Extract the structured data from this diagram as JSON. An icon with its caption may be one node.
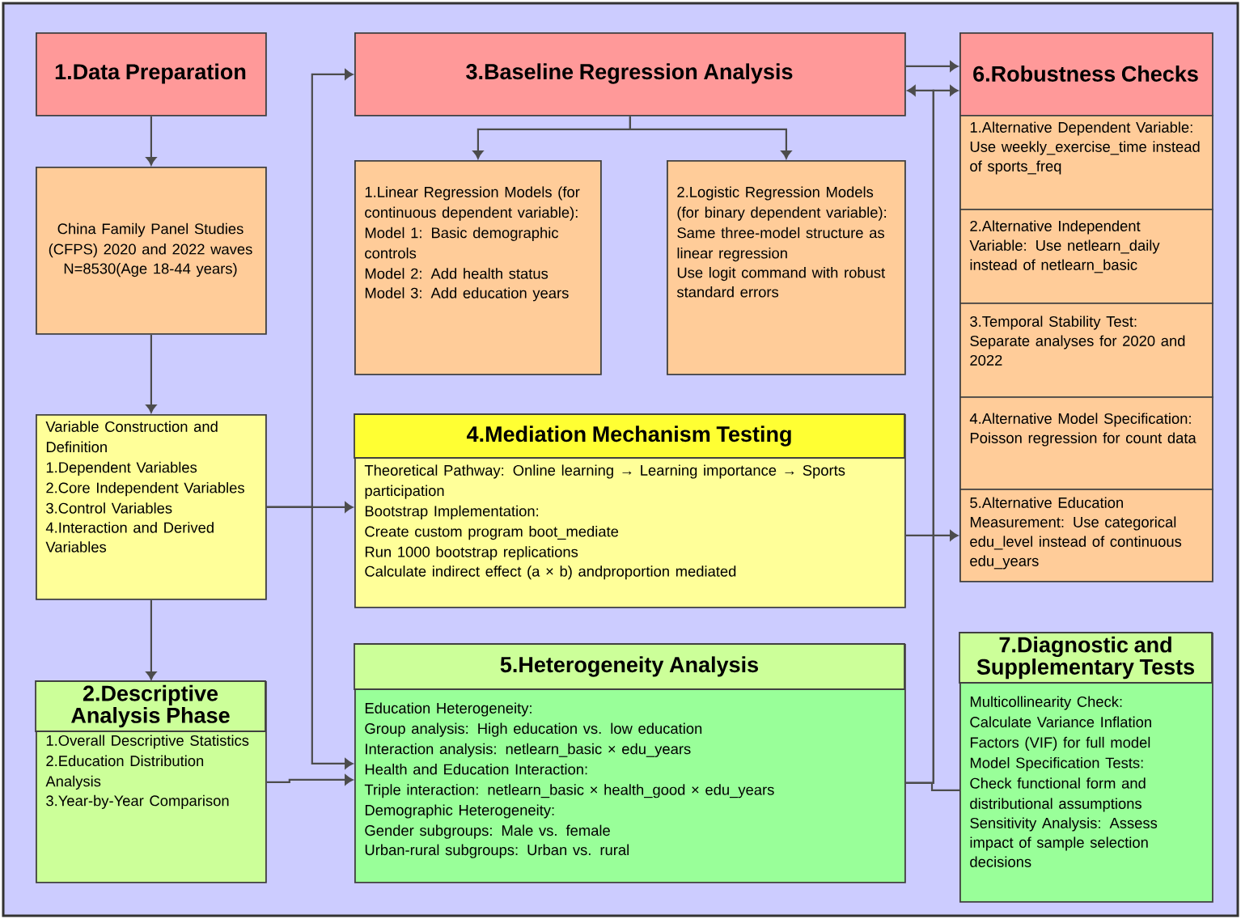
{
  "diagram": {
    "nodes": [
      {
        "text": [
          "1.Data Preparation"
        ]
      },
      {
        "text": [
          "China Family Panel Studies (CFPS) 2020 and 2022 waves",
          "N=8530(Age 18-44 years)"
        ]
      },
      {
        "text": [
          "Variable Construction and Definition",
          "1.Dependent Variables",
          "2.Core Independent Variables",
          "3.Control Variables",
          "4.Interaction and Derived Variables"
        ]
      },
      {
        "text": [
          "2.Descriptive Analysis Phase",
          "1.Overall Descriptive Statistics",
          "2.Education Distribution Analysis",
          "3.Year-by-Year Comparison"
        ]
      },
      {
        "text": [
          "3.Baseline Regression Analysis"
        ]
      },
      {
        "text": [
          "1.Linear Regression Models (for continuous dependent variable):",
          "Model 1: Basic demographic controls",
          "Model 2: Add health status",
          "Model 3: Add education years"
        ]
      },
      {
        "text": [
          "2.Logistic Regression Models (for binary dependent variable):",
          "Same three-model structure as linear regression",
          "Use logit command with robust standard errors"
        ]
      },
      {
        "text": [
          "4.Mediation Mechanism Testing",
          "Theoretical Pathway: Online learning → Learning importance → Sports participation",
          "Bootstrap Implementation:",
          "Create custom program boot_mediate",
          "Run 1000 bootstrap replications",
          "Calculate indirect effect (a × b) andproportion mediated"
        ]
      },
      {
        "text": [
          "5.Heterogeneity Analysis",
          "Education Heterogeneity:",
          "Group analysis: High education vs. low education",
          "Interaction analysis: netlearn_basic × edu_years",
          "Health and Education Interaction:",
          "Triple interaction: netlearn_basic × health_good × edu_years",
          "Demographic Heterogeneity:",
          "Gender subgroups: Male vs. female",
          "Urban-rural subgroups: Urban vs. rural"
        ]
      },
      {
        "text": [
          "6.Robustness Checks"
        ]
      },
      {
        "text": [
          "1.Alternative Dependent Variable: Use weekly_exercise_time instead of sports_freq"
        ]
      },
      {
        "text": [
          "2.Alternative Independent Variable: Use netlearn_daily instead of netlearn_basic"
        ]
      },
      {
        "text": [
          "3.Temporal Stability Test: Separate analyses for 2020 and 2022"
        ]
      },
      {
        "text": [
          "4.Alternative Model Specification: Poisson regression for count data"
        ]
      },
      {
        "text": [
          "5.Alternative Education Measurement: Use categorical edu_level instead of continuous edu_years"
        ]
      },
      {
        "text": [
          "7.Diagnostic and Supplementary Tests",
          "Multicollinearity Check:",
          "Calculate Variance Inflation Factors (VIF) for full model",
          "Model Specification Tests:",
          "Check functional form and distributional assumptions",
          "Sensitivity Analysis: Assess impact of sample selection decisions"
        ]
      }
    ],
    "edges": [
      {
        "from": 0,
        "to": 1,
        "arrow": "to"
      },
      {
        "from": 1,
        "to": 2,
        "arrow": "to"
      },
      {
        "from": 2,
        "to": 3,
        "arrow": "to"
      },
      {
        "from": 2,
        "to": 4,
        "arrow": "to"
      },
      {
        "from": 2,
        "to": 7,
        "arrow": "to"
      },
      {
        "from": 2,
        "to": 8,
        "arrow": "to"
      },
      {
        "from": 3,
        "to": 8,
        "arrow": "to"
      },
      {
        "from": 4,
        "to": 5,
        "arrow": "to"
      },
      {
        "from": 4,
        "to": 6,
        "arrow": "to"
      },
      {
        "from": 4,
        "to": 9,
        "arrow": "to"
      },
      {
        "from": 8,
        "to": 4,
        "arrow": "to"
      },
      {
        "from": 8,
        "to": 9,
        "arrow": "to"
      },
      {
        "from": 15,
        "to": 8,
        "arrow": "none"
      },
      {
        "from": 7,
        "to": 14,
        "arrow": "to"
      }
    ]
  }
}
